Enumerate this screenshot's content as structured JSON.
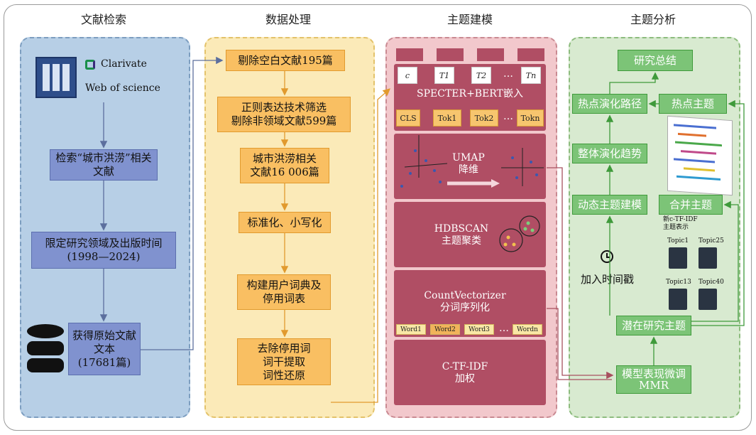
{
  "columns": {
    "retrieval": "文献检索",
    "processing": "数据处理",
    "modeling": "主题建模",
    "analysis": "主题分析"
  },
  "retrieval": {
    "brand": "Clarivate",
    "database": "Web of science",
    "search": "检索“城市洪涝”相关文献",
    "limit": "限定研究领域及出版时间\n(1998—2024)",
    "obtain": "获得原始文献文本\n(17681篇)"
  },
  "processing": {
    "step1": "剔除空白文献195篇",
    "step2": "正则表达技术筛选\n剔除非领域文献599篇",
    "step3": "城市洪涝相关\n文献16 006篇",
    "step4": "标准化、小写化",
    "step5": "构建用户词典及\n停用词表",
    "step6": "去除停用词\n词干提取\n词性还原"
  },
  "modeling": {
    "embed": "SPECTER+BERT嵌入",
    "umap": "UMAP\n降维",
    "hdbscan": "HDBSCAN\n主题聚类",
    "countvec": "CountVectorizer\n分词序列化",
    "ctfidf": "C-TF-IDF\n加权",
    "input_tokens": [
      "c",
      "T1",
      "T2",
      "…",
      "Tn"
    ],
    "output_tokens": [
      "CLS",
      "Tok1",
      "Tok2",
      "…",
      "Tokn"
    ],
    "words": [
      "Word1",
      "Word2",
      "Word3",
      "…",
      "Wordn"
    ]
  },
  "analysis": {
    "summary": "研究总结",
    "evolution_path": "热点演化路径",
    "hot_topics": "热点主题",
    "overall_trend": "整体演化趋势",
    "dynamic_model": "动态主题建模",
    "merge": "合并主题",
    "new_repr": "新c-TF-IDF\n主题表示",
    "topics": [
      "Topic1",
      "Topic25",
      "Topic13",
      "Topic40"
    ],
    "timestamp": "加入时间戳",
    "latent": "潜在研究主题",
    "mmr": "模型表现微调\nMMR"
  },
  "colors": {
    "blue_panel": "#b7cfe6",
    "yellow_panel": "#fbeab8",
    "pink_panel": "#f2c8cc",
    "green_panel": "#d8ead0",
    "module": "#b04e64",
    "green_box": "#7cc477",
    "orange_box": "#f9bf62",
    "blue_box": "#8092cf"
  }
}
